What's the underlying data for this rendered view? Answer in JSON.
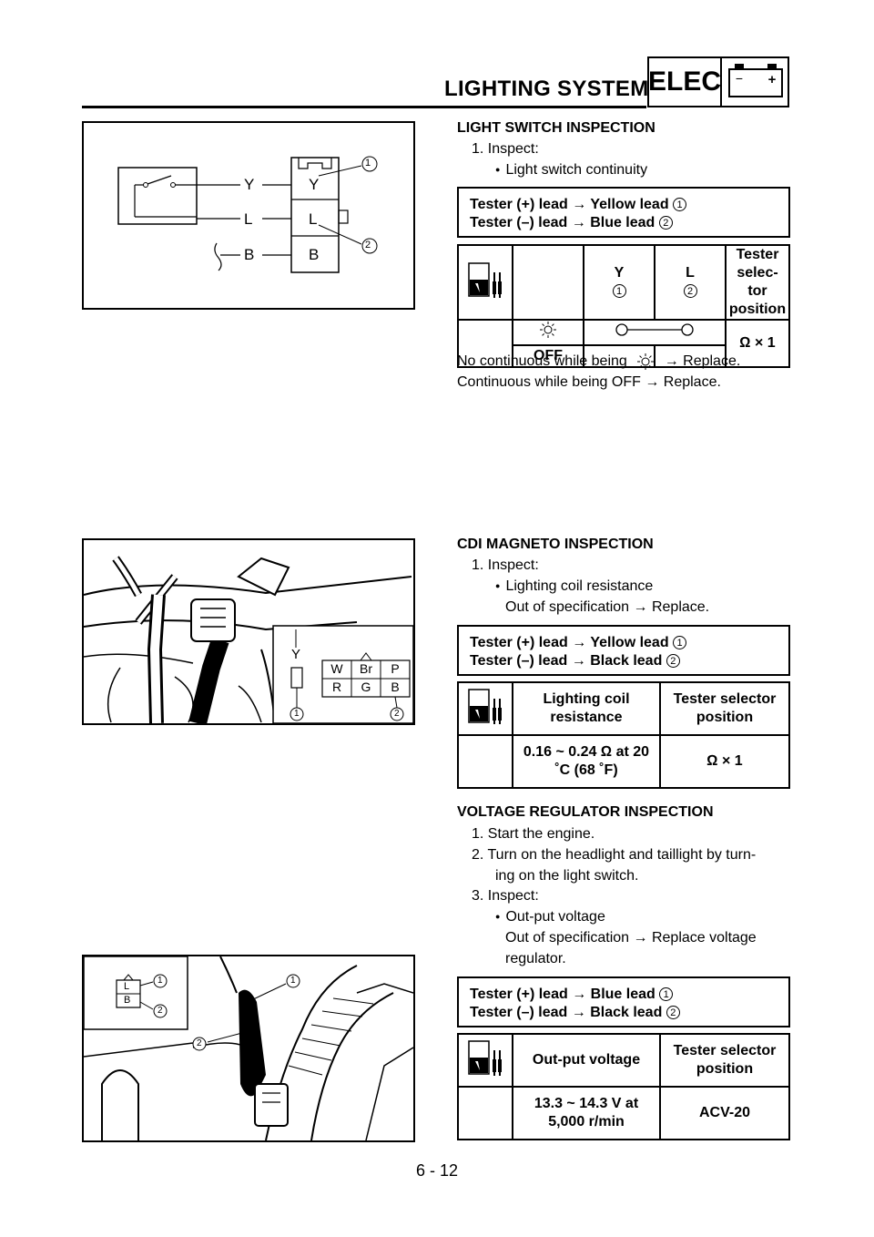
{
  "header": {
    "title": "LIGHTING SYSTEM",
    "section_tag": "ELEC",
    "battery_minus": "−",
    "battery_plus": "+"
  },
  "light_switch": {
    "heading": "LIGHT SWITCH INSPECTION",
    "step1": "1.  Inspect:",
    "bullet": "Light switch continuity",
    "lead_pos": "Tester (+) lead → Yellow lead",
    "lead_neg": "Tester (–) lead → Blue lead",
    "callout_1": "1",
    "callout_2": "2",
    "table": {
      "col_y": "Y",
      "col_l": "L",
      "col_pos": "Tester selec- tor position",
      "row_off": "OFF",
      "selector": "Ω × 1"
    },
    "note1_a": "No continuous while being",
    "note1_b": "→ Replace.",
    "note2": "Continuous while being OFF → Replace.",
    "diagram": {
      "wire_y": "Y",
      "wire_l": "L",
      "wire_b": "B"
    }
  },
  "cdi": {
    "heading": "CDI MAGNETO INSPECTION",
    "step1": "1.  Inspect:",
    "bullet": "Lighting coil resistance",
    "sub": "Out of specification → Replace.",
    "lead_pos": "Tester (+) lead → Yellow lead",
    "lead_neg": "Tester (–) lead → Black lead",
    "table": {
      "col_res": "Lighting coil resistance",
      "col_pos": "Tester selector position",
      "value": "0.16 ~ 0.24 Ω at 20 ˚C (68 ˚F)",
      "selector": "Ω × 1"
    },
    "connector": {
      "y": "Y",
      "w": "W",
      "br": "Br",
      "p": "P",
      "r": "R",
      "g": "G",
      "b": "B"
    }
  },
  "regulator": {
    "heading": "VOLTAGE REGULATOR INSPECTION",
    "step1": "1.  Start the engine.",
    "step2a": "2.  Turn on the headlight and taillight by turn-",
    "step2b": "ing on the light switch.",
    "step3": "3.  Inspect:",
    "bullet": "Out-put voltage",
    "sub_a": "Out of specification → Replace voltage",
    "sub_b": "regulator.",
    "lead_pos": "Tester (+) lead → Blue lead",
    "lead_neg": "Tester (–) lead → Black lead",
    "table": {
      "col_out": "Out-put voltage",
      "col_pos": "Tester selector position",
      "value": "13.3 ~ 14.3 V at 5,000 r/min",
      "selector": "ACV-20"
    },
    "connector": {
      "l": "L",
      "b": "B"
    }
  },
  "footer": {
    "page": "6 - 12"
  }
}
